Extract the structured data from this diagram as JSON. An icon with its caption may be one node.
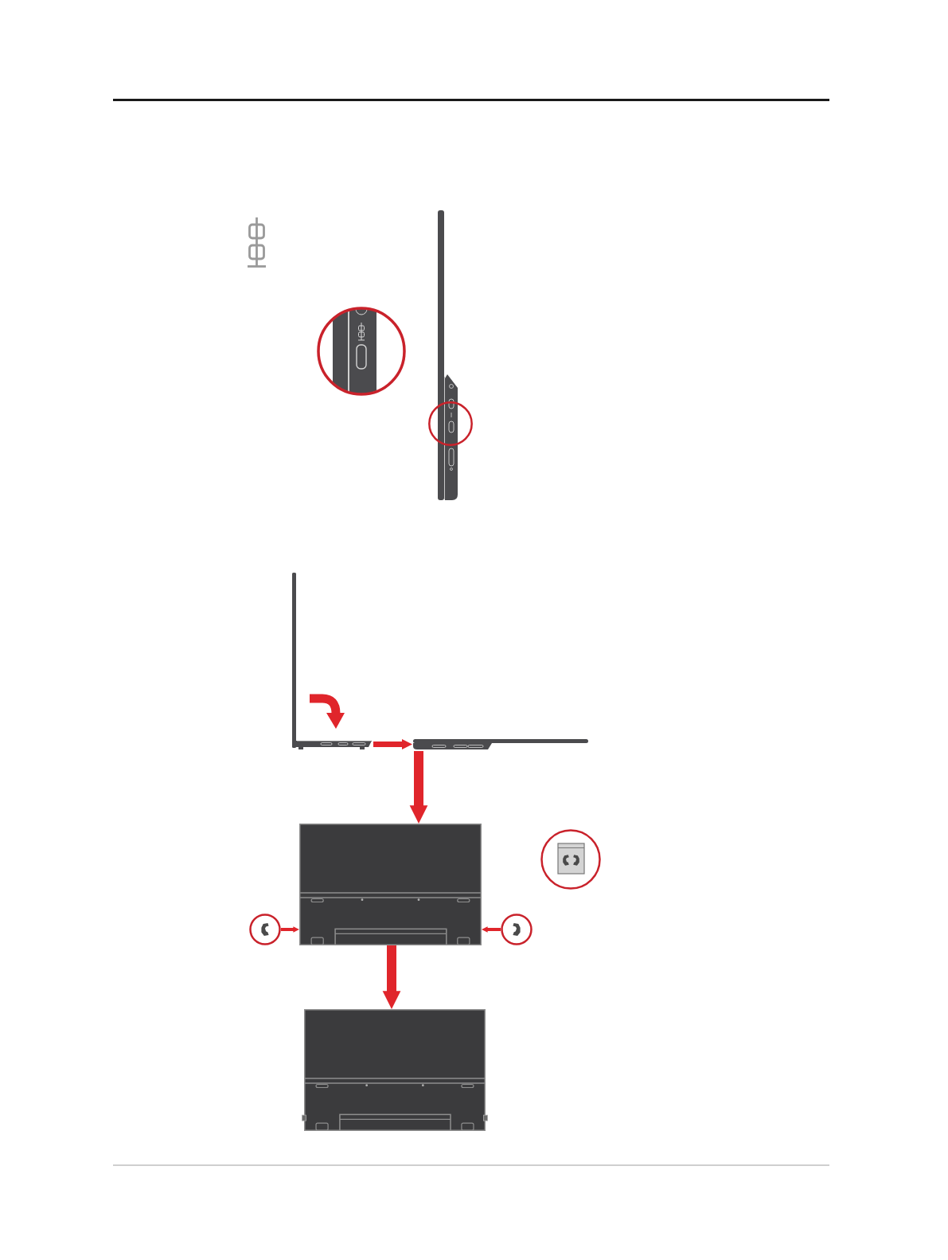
{
  "diagram": {
    "nodes": [
      {
        "text": [],
        "shape": "picture"
      },
      {
        "text": [],
        "shape": "picture"
      },
      {
        "text": [],
        "shape": "picture"
      },
      {
        "text": [],
        "shape": "picture"
      },
      {
        "text": [],
        "shape": "picture"
      },
      {
        "text": [],
        "shape": "picture"
      }
    ],
    "edges": [
      {
        "from": 0,
        "to": 1,
        "arrow": "to"
      },
      {
        "from": 1,
        "to": 2,
        "arrow": "to"
      },
      {
        "from": 3,
        "to": 2,
        "arrow": "to"
      },
      {
        "from": 4,
        "to": 2,
        "arrow": "to"
      },
      {
        "from": 2,
        "to": 5,
        "arrow": "to"
      }
    ]
  }
}
